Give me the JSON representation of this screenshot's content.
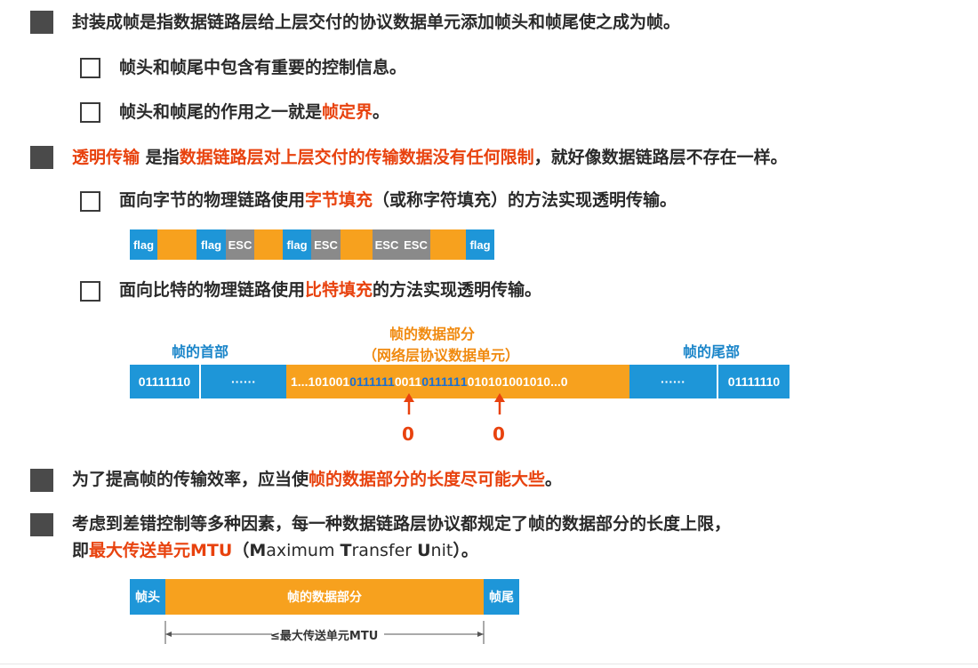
{
  "bullet1": {
    "text": "封装成帧是指数据链路层给上层交付的协议数据单元添加帧头和帧尾使之成为帧。",
    "sub1": "帧头和帧尾中包含有重要的控制信息。",
    "sub2_pre": "帧头和帧尾的作用之一就是",
    "sub2_hl": "帧定界",
    "sub2_post": "。"
  },
  "bullet2": {
    "hl1": "透明传输",
    "mid1": " 是指",
    "hl2": "数据链路层对上层交付的传输数据没有任何限制",
    "post": "，就好像数据链路层不存在一样。",
    "sub1_pre": "面向字节的物理链路使用",
    "sub1_hl": "字节填充",
    "sub1_post": "（或称字符填充）的方法实现透明传输。",
    "sub2_pre": "面向比特的物理链路使用",
    "sub2_hl": "比特填充",
    "sub2_post": "的方法实现透明传输。"
  },
  "byte_strip": {
    "flag1": "flag",
    "flag2": "flag",
    "esc1": "ESC",
    "flag3": "flag",
    "esc2": "ESC",
    "esc3": "ESC",
    "esc4": "ESC",
    "flag4": "flag"
  },
  "bit_diagram": {
    "head_label": "帧的首部",
    "data_label1": "帧的数据部分",
    "data_label2": "（网络层协议数据单元）",
    "tail_label": "帧的尾部",
    "head_bits": "01111110",
    "head_dots": "······",
    "data_a": "1...101001",
    "data_b": "0111111",
    "data_c": "0",
    "data_d": "011",
    "data_e": "011111",
    "data_f": "1",
    "data_g": "0",
    "data_h": "10101001010...0",
    "tail_dots": "······",
    "tail_bits": "01111110",
    "zero1": "0",
    "zero2": "0"
  },
  "bullet3": {
    "pre": "为了提高帧的传输效率，应当使",
    "hl": "帧的数据部分的长度尽可能大些",
    "post": "。"
  },
  "bullet4": {
    "line1": "考虑到差错控制等多种因素，每一种数据链路层协议都规定了帧的数据部分的长度上限，",
    "pre": "即",
    "hl": "最大传送单元MTU",
    "paren_open": "（",
    "m": "M",
    "m_rest": "aximum ",
    "t": "T",
    "t_rest": "ransfer ",
    "u": "U",
    "u_rest": "nit",
    "paren_close": "）。"
  },
  "mtu_diagram": {
    "head": "帧头",
    "data": "帧的数据部分",
    "tail": "帧尾",
    "arrow_label": "≤最大传送单元MTU"
  },
  "colors": {
    "accent_red": "#e8420e",
    "blue": "#1e96d8",
    "orange": "#f7a11e",
    "gray": "#8a8a8a"
  }
}
